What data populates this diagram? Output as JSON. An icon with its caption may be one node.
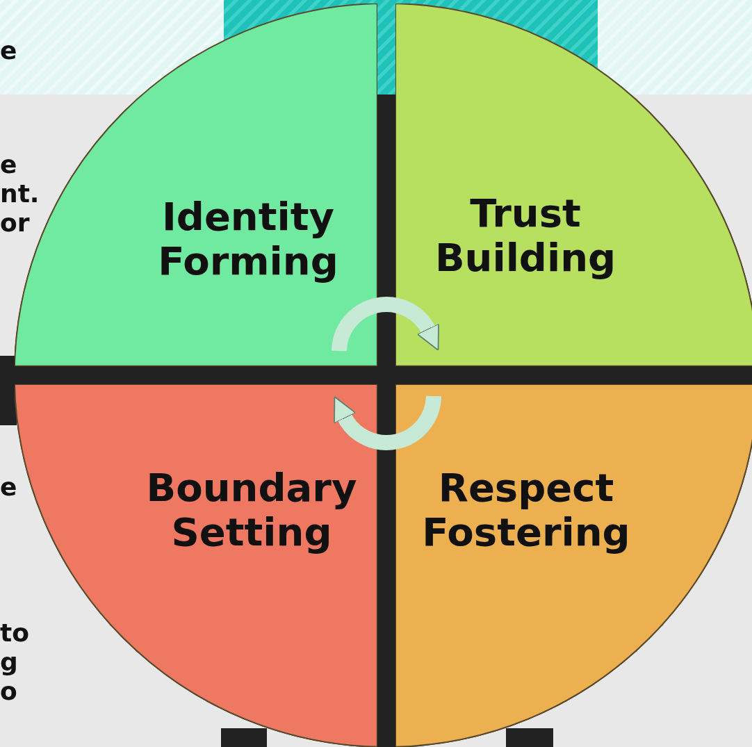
{
  "diagram": {
    "nodes": [
      {
        "text": [
          "Identity Forming"
        ]
      },
      {
        "text": [
          "Trust Building"
        ]
      },
      {
        "text": [
          "Boundary Setting"
        ]
      },
      {
        "text": [
          "Respect Fostering"
        ]
      },
      {
        "text": [],
        "shape": "bar"
      },
      {
        "text": [],
        "shape": "bar"
      },
      {
        "text": [],
        "shape": "bar"
      }
    ],
    "edges": [
      {
        "from": 0,
        "to": 1,
        "arrow": "to"
      },
      {
        "from": 3,
        "to": 2,
        "arrow": "to"
      }
    ],
    "labels": [
      "e",
      "e nt. or",
      "e",
      "to g o"
    ]
  }
}
